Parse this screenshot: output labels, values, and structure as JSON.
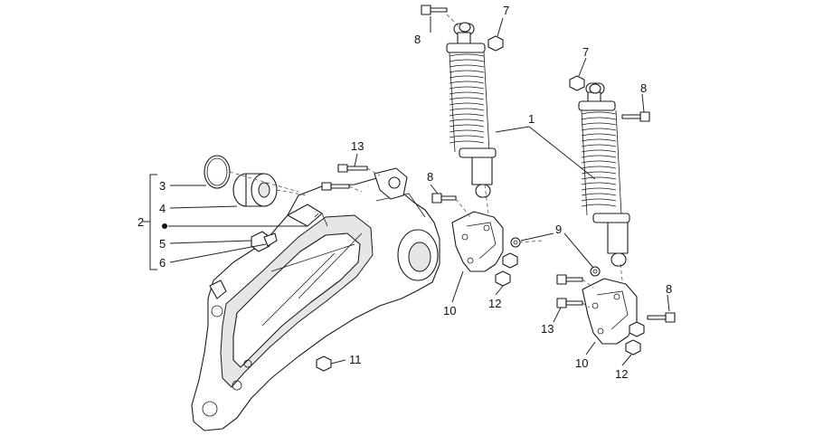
{
  "callouts": {
    "c1": "1",
    "c2": "2",
    "c3": "3",
    "c4": "4",
    "c5": "5",
    "c6": "6",
    "c7a": "7",
    "c7b": "7",
    "c8a": "8",
    "c8b": "8",
    "c8c": "8",
    "c8d": "8",
    "c9": "9",
    "c10a": "10",
    "c10b": "10",
    "c11": "11",
    "c12a": "12",
    "c12b": "12",
    "c13a": "13",
    "c13b": "13"
  },
  "colors": {
    "line": "#1a1a1a",
    "background": "#ffffff"
  }
}
